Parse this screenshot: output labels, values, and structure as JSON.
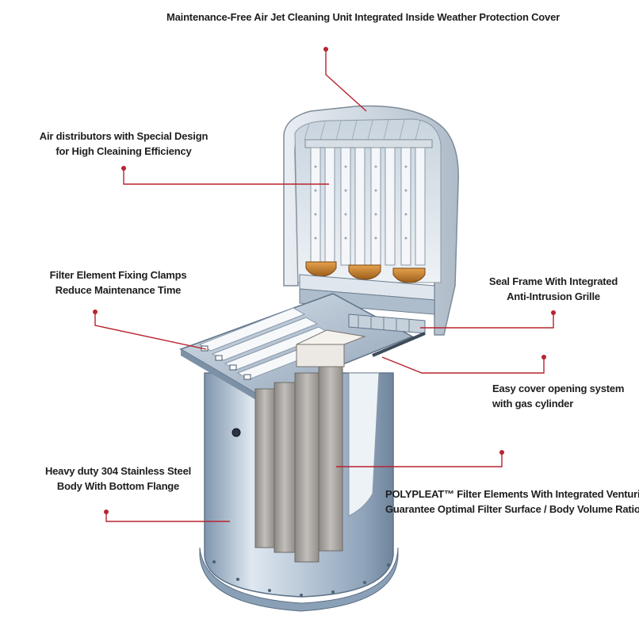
{
  "colors": {
    "leader": "#b8232f",
    "text": "#1e1e1e",
    "steel": "#aab8c8",
    "filter": "#a9a6a3"
  },
  "callouts": {
    "top": {
      "line1": "Maintenance-Free Air Jet Cleaning Unit Integrated Inside Weather Protection Cover"
    },
    "air_distributors": {
      "line1": "Air distributors with Special Design",
      "line2": "for High Cleaining Efficiency"
    },
    "clamps": {
      "line1": "Filter Element Fixing Clamps",
      "line2": "Reduce Maintenance Time"
    },
    "seal_frame": {
      "line1": "Seal Frame With Integrated",
      "line2": "Anti-Intrusion Grille"
    },
    "cover_opening": {
      "line1": "Easy cover opening system",
      "line2": "with gas cylinder"
    },
    "body": {
      "line1": "Heavy duty 304 Stainless Steel",
      "line2": "Body With Bottom Flange"
    },
    "polypleat": {
      "line1": "POLYPLEAT™ Filter Elements With Integrated Venturi to",
      "line2": "Guarantee Optimal Filter Surface / Body Volume Ratio"
    }
  }
}
